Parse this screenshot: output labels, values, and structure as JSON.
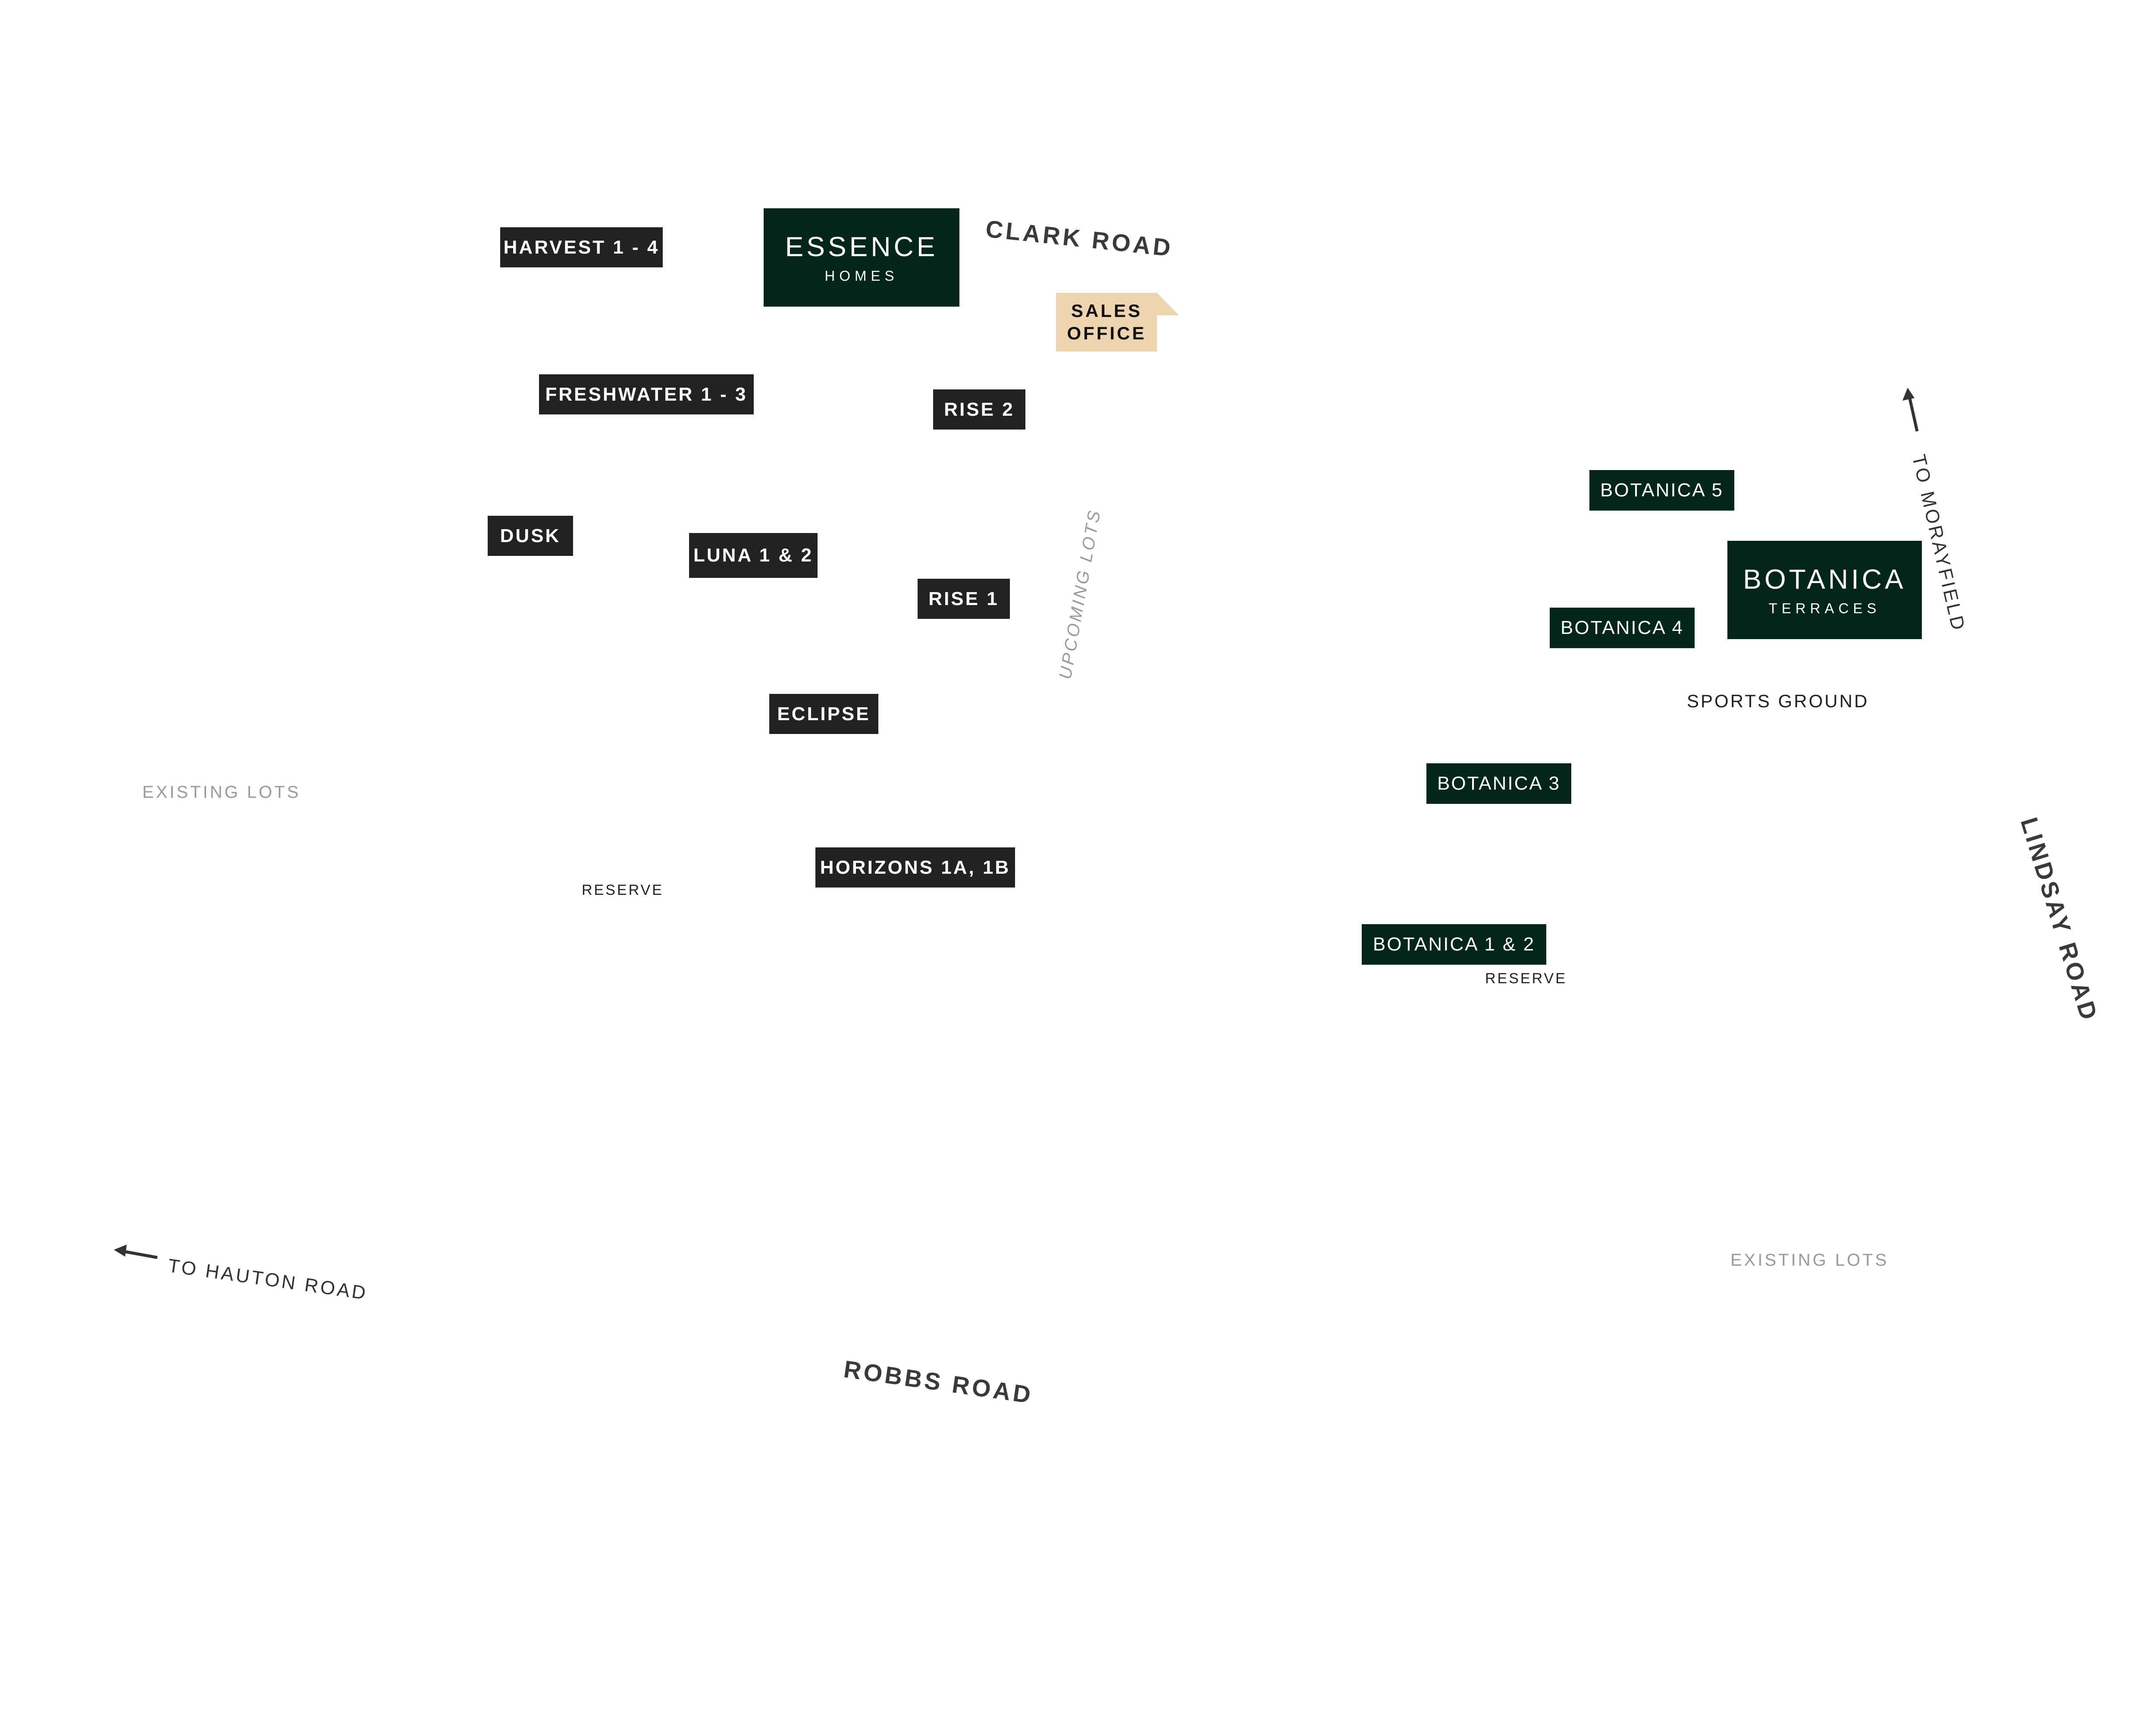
{
  "roads": {
    "clark": "CLARK ROAD",
    "robbs": "ROBBS ROAD",
    "lindsay": "LINDSAY ROAD"
  },
  "directions": {
    "morayfield": "TO MORAYFIELD",
    "hauton": "TO HAUTON ROAD"
  },
  "brands": {
    "essence": {
      "name": "ESSENCE",
      "sub": "HOMES"
    },
    "botanica": {
      "name": "BOTANICA",
      "sub": "TERRACES"
    }
  },
  "sales_office": {
    "line1": "SALES",
    "line2": "OFFICE"
  },
  "stages_dark": {
    "harvest": "HARVEST 1 - 4",
    "freshwater": "FRESHWATER 1 - 3",
    "rise2": "RISE 2",
    "dusk": "DUSK",
    "luna": "LUNA 1 & 2",
    "rise1": "RISE 1",
    "eclipse": "ECLIPSE",
    "horizons": "HORIZONS 1A, 1B"
  },
  "stages_green": {
    "botanica5": "BOTANICA 5",
    "botanica4": "BOTANICA 4",
    "botanica3": "BOTANICA 3",
    "botanica12": "BOTANICA 1 & 2"
  },
  "areas": {
    "upcoming_lots": "UPCOMING  LOTS",
    "existing_lots_left": "EXISTING LOTS",
    "existing_lots_right": "EXISTING LOTS",
    "sports_ground": "SPORTS GROUND",
    "reserve_left": "RESERVE",
    "reserve_right": "RESERVE"
  },
  "colors": {
    "stage_dark": "#222222",
    "brand_green": "#04261a",
    "sales_office": "#ecd5b0"
  }
}
